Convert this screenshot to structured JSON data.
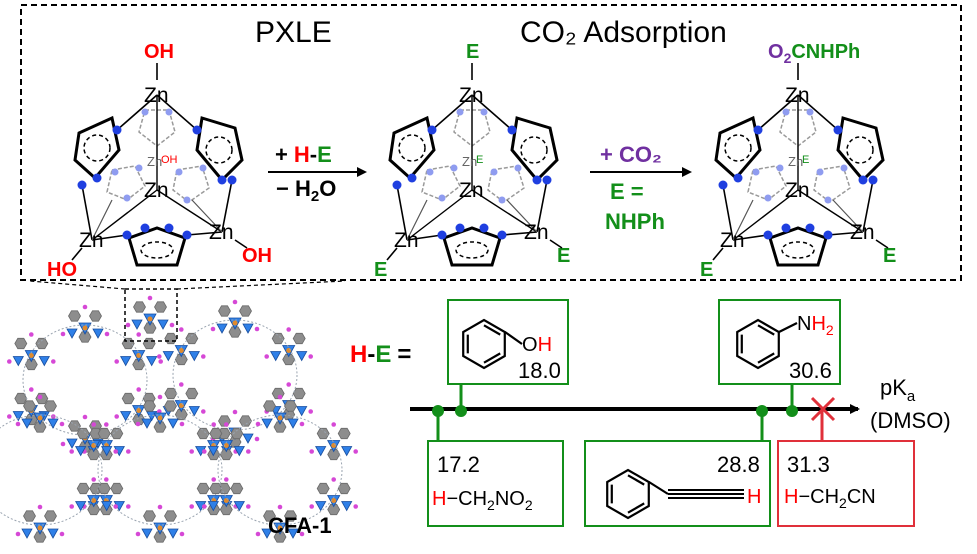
{
  "header": {
    "left_title": "PXLE",
    "right_title": "CO₂ Adsorption"
  },
  "metal": "Zn",
  "cluster1": {
    "top_ligand": "OH",
    "left_ligand": "HO",
    "right_ligand": "OH",
    "inner_ligand": "OH"
  },
  "cluster2": {
    "top_ligand": "E",
    "left_ligand": "E",
    "right_ligand": "E",
    "inner_ligand": "E"
  },
  "cluster3": {
    "top_ligand_o": "O",
    "top_ligand_sub": "2",
    "top_ligand_rest": "CNHPh",
    "left_ligand": "E",
    "right_ligand": "E",
    "inner_ligand": "E"
  },
  "arrow1": {
    "plus": "+",
    "reagent_h": "H",
    "dash": "-",
    "reagent_e": "E",
    "minus": "− H",
    "sub": "2",
    "o": "O"
  },
  "arrow2": {
    "reagent": "+ CO₂",
    "condition_line1": "E =",
    "condition_line2": "NHPh"
  },
  "framework_label": "CFA-1",
  "he_label": {
    "h": "H",
    "dash": "-",
    "e": "E",
    "eq": "="
  },
  "axis_label": {
    "main": "pK",
    "sub": "a",
    "solvent": "(DMSO)"
  },
  "acids": [
    {
      "pka": "17.2",
      "formula_h": "H",
      "formula_rest": "−CH",
      "sub1": "2",
      "rest2": "NO",
      "sub2": "2"
    },
    {
      "pka": "18.0",
      "group": "O",
      "group_h": "H"
    },
    {
      "pka": "28.8",
      "group_h": "H"
    },
    {
      "pka": "30.6",
      "group": "N",
      "group_h": "H",
      "sub": "2"
    },
    {
      "pka": "31.3",
      "formula_h": "H",
      "formula_rest": "−CH",
      "sub1": "2",
      "rest2": "CN",
      "rejected": true
    }
  ],
  "colors": {
    "red": "#ff0000",
    "green": "#138f1a",
    "purple": "#7030a0",
    "box_red": "#e0303a",
    "nitrogen": "#1f3fe0",
    "nitrogen_light": "#8f9cf0",
    "zn_blue": "#2f80e8",
    "grey_ring": "#9a9a9a",
    "magenta": "#d648d6"
  }
}
